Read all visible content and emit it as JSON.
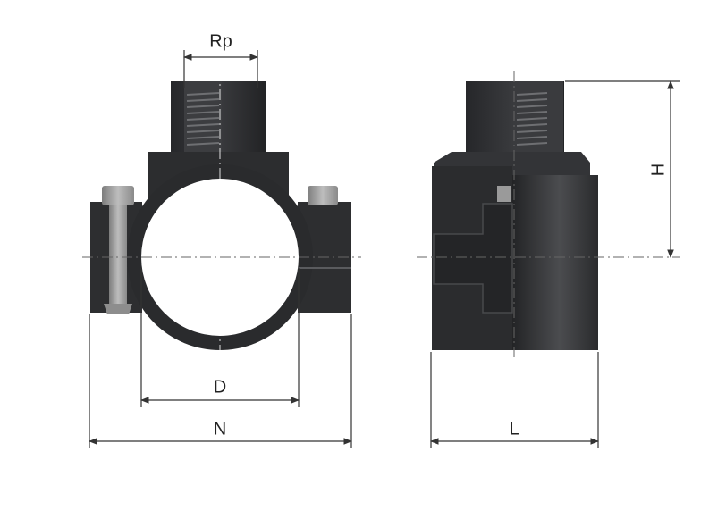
{
  "labels": {
    "rp": "Rp",
    "d": "D",
    "n": "N",
    "l": "L",
    "h": "H"
  },
  "colors": {
    "background": "#ffffff",
    "body": "#2f3032",
    "body_dark": "#1d1e20",
    "body_light": "#4a4b4e",
    "bolt": "#9a9a9a",
    "thread": "#6e6f72",
    "dimension_line": "#333333"
  }
}
